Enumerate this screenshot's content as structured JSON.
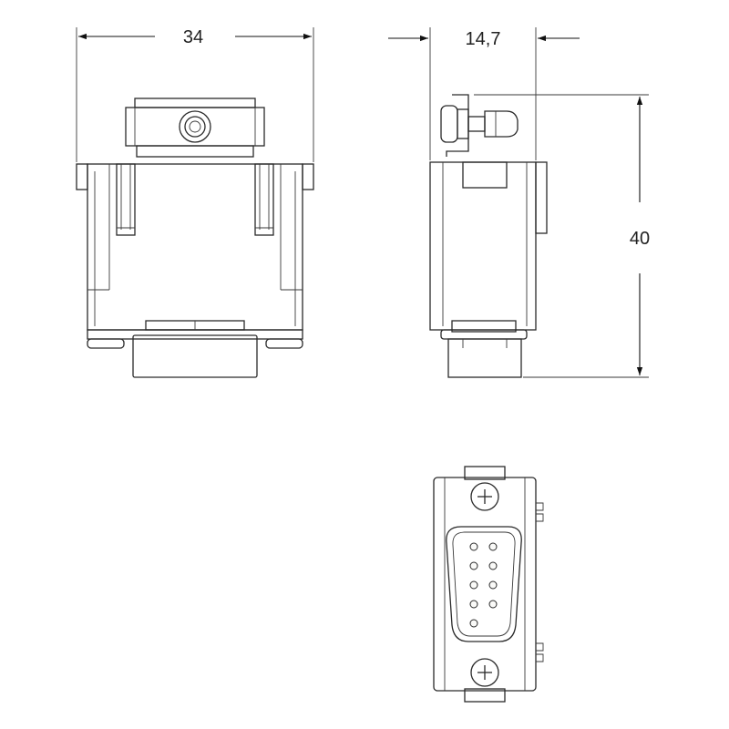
{
  "dimensions": {
    "width_label": "34",
    "depth_label": "14,7",
    "height_label": "40"
  },
  "connector": {
    "pin_count": 9,
    "pins_top_row": 5,
    "pins_bottom_row": 4
  },
  "colors": {
    "line": "#2a2a2a",
    "body": "#e9e9e6",
    "shade": "#cfcfcb",
    "background": "#ffffff"
  }
}
